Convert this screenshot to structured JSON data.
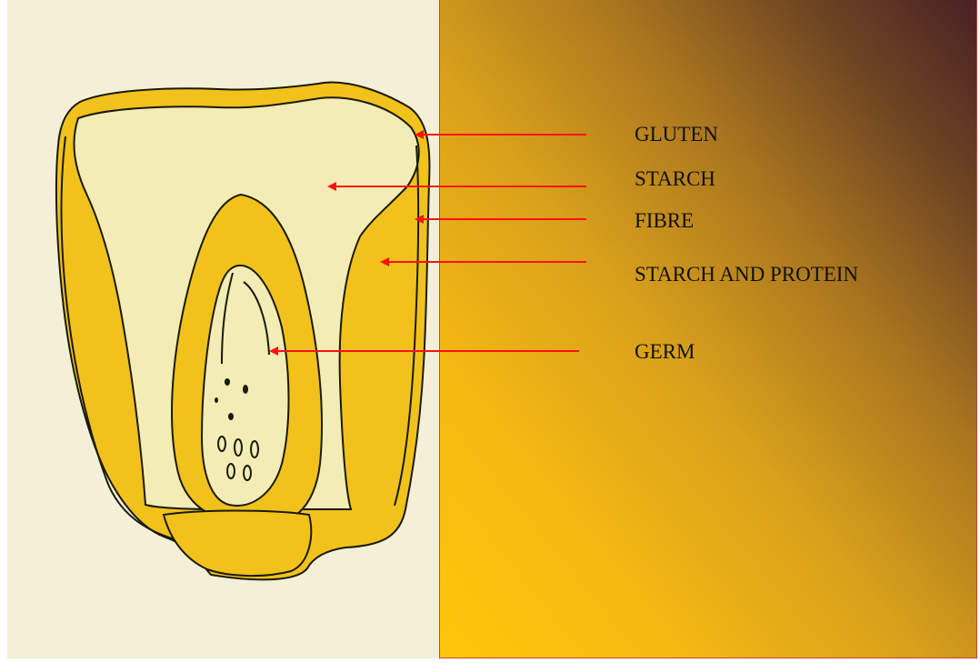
{
  "labels": {
    "gluten": "GLUTEN",
    "starch": "STARCH",
    "fibre": "FIBRE",
    "starch_and_protein": "STARCH AND PROTEIN",
    "germ": "GERM"
  },
  "colors": {
    "arrow": "#ff1111",
    "kernel_yellow": "#f2c21c",
    "endosperm_pale": "#f3ecb5",
    "outline": "#1a1a0a",
    "panel_border": "#cc4433"
  }
}
